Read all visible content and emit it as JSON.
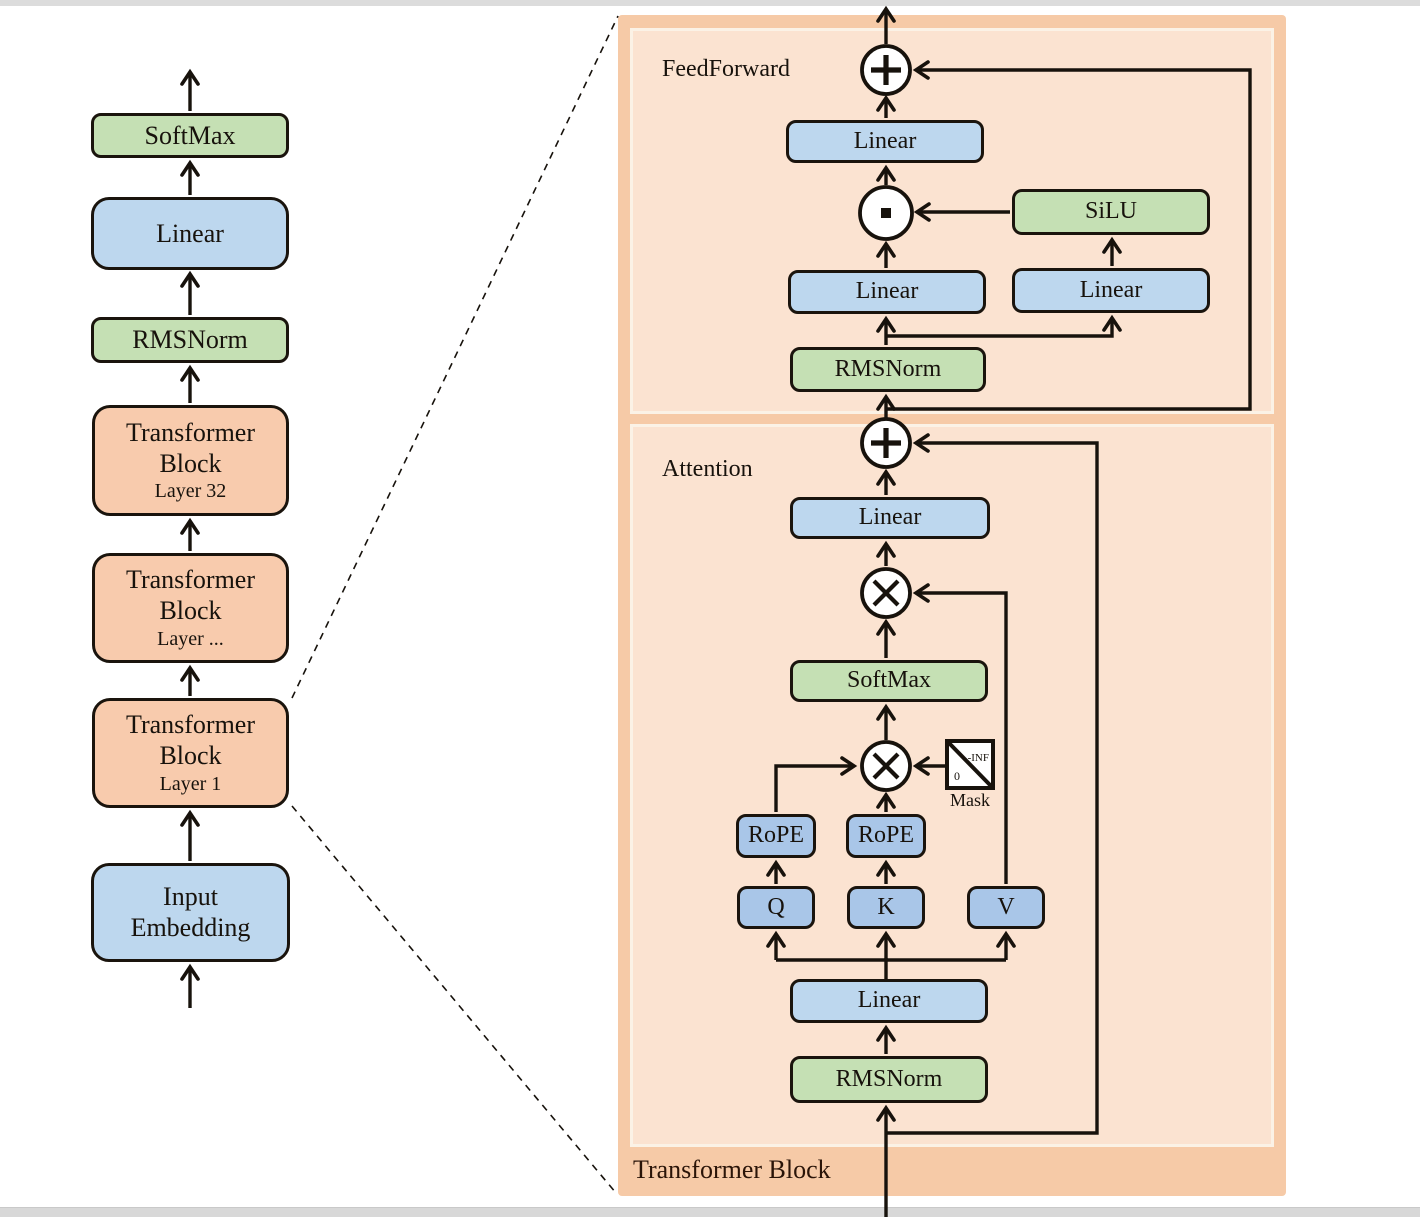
{
  "colors": {
    "panel_outer": "#f6caa7",
    "panel_inner": "#fbe3d1",
    "box_green": "#c5e0b4",
    "box_blue": "#bdd7ee",
    "box_qkv_blue": "#a9c6e8",
    "box_orange": "#f8cbad",
    "line": "#17120c"
  },
  "left_stack": {
    "softmax": "SoftMax",
    "linear": "Linear",
    "rmsnorm": "RMSNorm",
    "block_top": {
      "l1": "Transformer",
      "l2": "Block",
      "l3": "Layer 32"
    },
    "block_mid": {
      "l1": "Transformer",
      "l2": "Block",
      "l3": "Layer ..."
    },
    "block_bottom": {
      "l1": "Transformer",
      "l2": "Block",
      "l3": "Layer 1"
    },
    "input_embedding": {
      "l1": "Input",
      "l2": "Embedding"
    }
  },
  "detail": {
    "title": "Transformer Block",
    "feedforward": {
      "label": "FeedForward",
      "linear_out": "Linear",
      "silu": "SiLU",
      "linear_gate": "Linear",
      "linear_up": "Linear",
      "rmsnorm": "RMSNorm"
    },
    "attention": {
      "label": "Attention",
      "linear_out": "Linear",
      "softmax": "SoftMax",
      "rope_q": "RoPE",
      "rope_k": "RoPE",
      "q": "Q",
      "k": "K",
      "v": "V",
      "mask_label": "Mask",
      "mask_zero": "0",
      "mask_neg_inf": "-INF",
      "linear_qkv": "Linear",
      "rmsnorm": "RMSNorm"
    }
  }
}
